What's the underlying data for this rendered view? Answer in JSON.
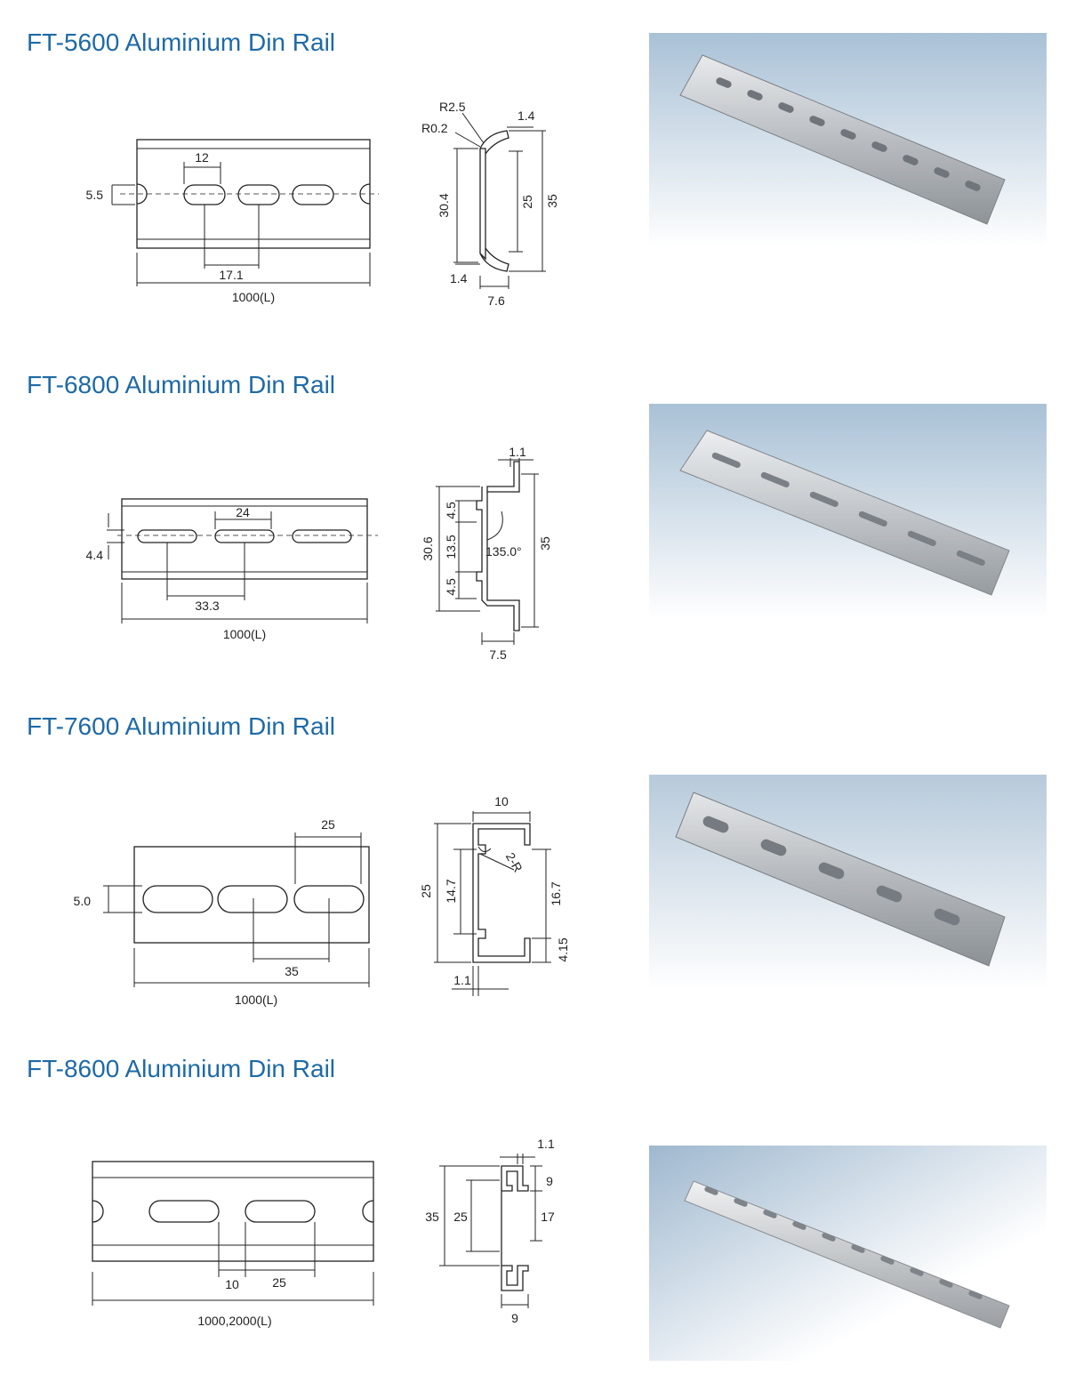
{
  "products": [
    {
      "title": "FT-5600 Aluminium Din Rail",
      "plan_dims": {
        "slot_width": "12",
        "slot_height": "5.5",
        "pitch": "17.1",
        "length": "1000(L)"
      },
      "profile_dims": {
        "outer_radius": "R2.5",
        "inner_radius": "R0.2",
        "lip_thickness": "1.4",
        "inner_height": "30.4",
        "slot_height": "25",
        "total_height": "35",
        "bottom_thickness": "1.4",
        "depth": "7.6"
      }
    },
    {
      "title": "FT-6800 Aluminium Din Rail",
      "plan_dims": {
        "slot_width": "24",
        "slot_height": "4.4",
        "pitch": "33.3",
        "length": "1000(L)"
      },
      "profile_dims": {
        "thickness": "1.1",
        "upper_step": "4.5",
        "middle": "13.5",
        "lower_step": "4.5",
        "inner_height": "30.6",
        "angle": "135.0°",
        "total_height": "35",
        "depth": "7.5"
      }
    },
    {
      "title": "FT-7600 Aluminium Din Rail",
      "plan_dims": {
        "slot_width": "25",
        "slot_height": "5.0",
        "pitch": "35",
        "length": "1000(L)"
      },
      "profile_dims": {
        "width": "10",
        "radius": "2-R",
        "total_height": "25",
        "inner_left": "14.7",
        "inner_right": "16.7",
        "lip_height": "4.15",
        "thickness": "1.1"
      }
    },
    {
      "title": "FT-8600 Aluminium Din Rail",
      "plan_dims": {
        "gap": "10",
        "slot_width": "25",
        "length": "1000,2000(L)"
      },
      "profile_dims": {
        "thickness": "1.1",
        "total_height": "35",
        "inner_height": "25",
        "upper_lip": "9",
        "middle": "17",
        "depth": "9"
      }
    }
  ],
  "colors": {
    "title": "#1e6aa6",
    "line": "#222222",
    "photo_bg_top": "#bcd1e1",
    "photo_bg_bottom": "#ffffff",
    "rail_metal": "#c9ccd0"
  },
  "icons": [
    "din-rail-photo"
  ]
}
